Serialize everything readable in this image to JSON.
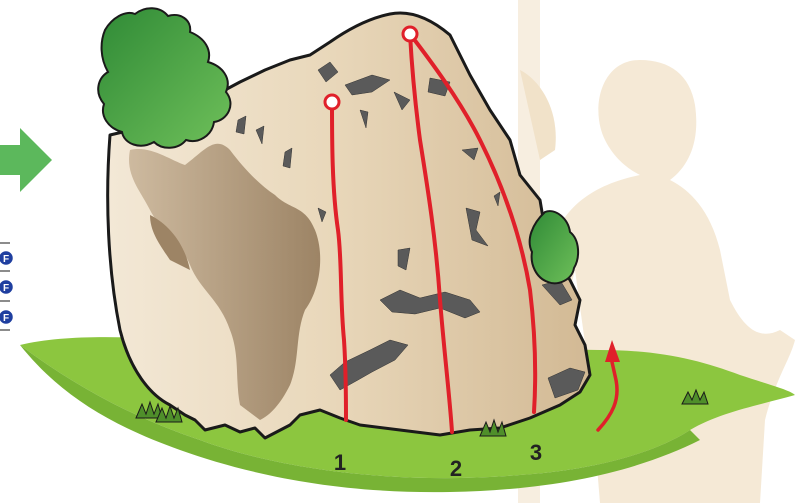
{
  "colors": {
    "background": "#ffffff",
    "silhouette": "#f5e9d6",
    "grass": "#8cc63f",
    "grass_dark": "#6fa82e",
    "rock_light": "#f2e6d2",
    "rock_mid": "#d7c2a0",
    "rock_shadow": "#a88e6c",
    "crack": "#5a5a5a",
    "route_line": "#e0202a",
    "tree": "#3c9a3c",
    "tree_dark": "#1f6e2a",
    "arrow_green": "#5cb85c",
    "badge_blue": "#1f3fa0",
    "outline": "#1a1a1a"
  },
  "routes": [
    {
      "number": "1"
    },
    {
      "number": "2"
    },
    {
      "number": "3"
    }
  ],
  "badges": [
    {
      "letter": "F"
    },
    {
      "letter": "F"
    },
    {
      "letter": "F"
    }
  ],
  "icons": {
    "direction_arrow": "arrow-right-icon",
    "approach_arrow": "curved-arrow-up-icon"
  }
}
